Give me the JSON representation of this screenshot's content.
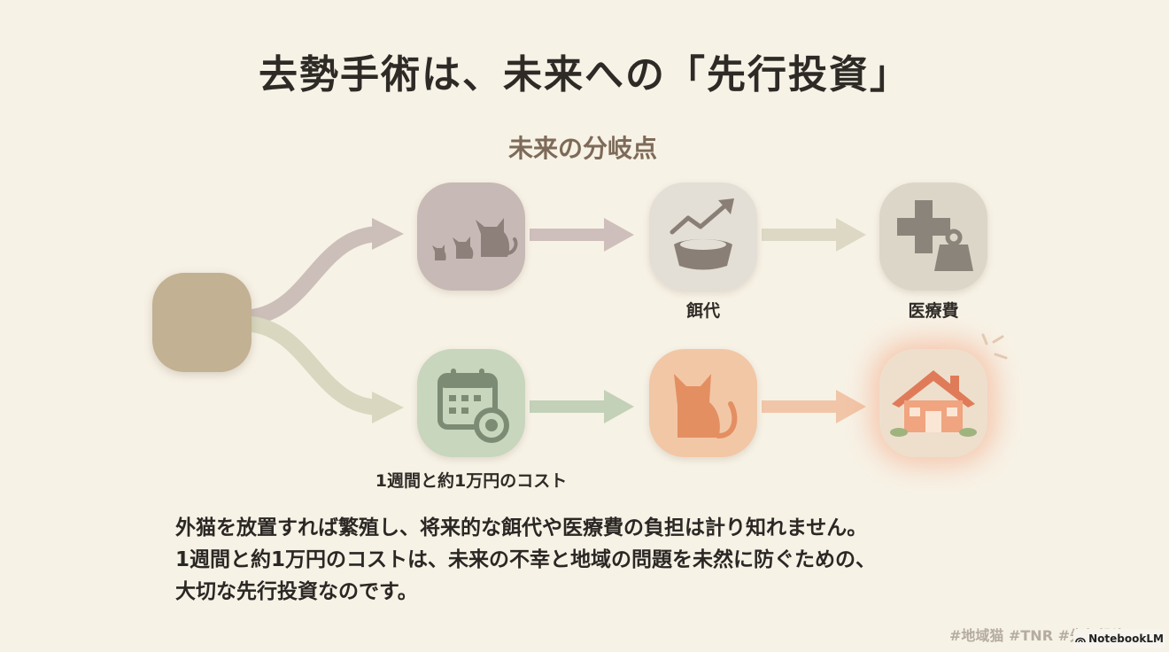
{
  "title": "去勢手術は、未来への「先行投資」",
  "subtitle": "未来の分岐点",
  "labels": {
    "feed": "餌代",
    "medical": "医療費",
    "cost": "1週間と約1万円のコスト"
  },
  "body": [
    "外猫を放置すれば繁殖し、将来的な餌代や医療費の負担は計り知れません。",
    "1週間と約1万円のコストは、未来の不幸と地域の問題を未然に防ぐための、",
    "大切な先行投資なのです。"
  ],
  "tags": "#地域猫 #TNR #先行投資",
  "badge": "NotebookLM",
  "colors": {
    "background": "#f7f2e6",
    "start_node": "#c2b192",
    "upper_path": "#c7b9b5",
    "lower_path": "#c7d6bd",
    "cat_node": "#f2c7a6",
    "home_glow": "#f4966e"
  },
  "icons": [
    "cats-family-icon",
    "bowl-trend-icon",
    "medical-cross-weight-icon",
    "calendar-clock-icon",
    "cat-icon",
    "house-icon"
  ]
}
